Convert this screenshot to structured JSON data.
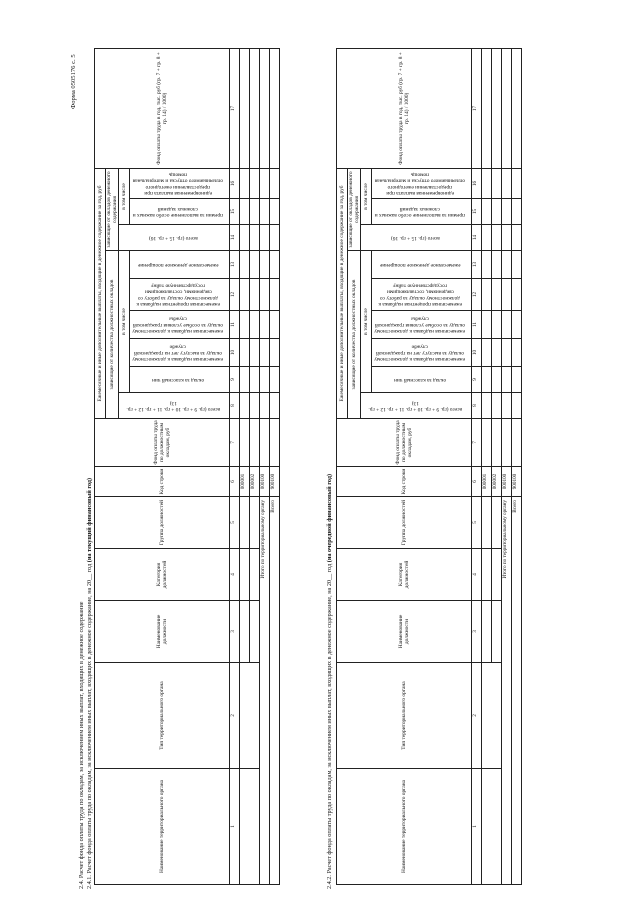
{
  "page": {
    "form_code": "Форма 0505176 с. 5",
    "heading_main": "2.4. Расчет фонда оплаты труда по окладам, за исключением иных выплат, входящих в денежное содержание",
    "section1_title": "2.4.1. Расчет фонда оплаты труда по окладам, за исключением иных выплат, входящих в денежное содержание, на 20__ год",
    "section1_period": "(на текущий финансовый год)",
    "section2_title": "2.4.2. Расчет фонда оплаты труда по окладам, за исключением иных выплат, входящих в денежное содержание, на 20__ год",
    "section2_period": "(на очередной финансовый год)"
  },
  "table": {
    "col_headers": {
      "c1": "Наименование территориального органа",
      "c2": "Тип территориального органа",
      "c3": "Наименование должности",
      "c4": "Категория должностей",
      "c5": "Группа должностей",
      "c6": "Код строки",
      "c7": "Фонд оплаты труда по должностным окладам, руб",
      "group_top": "Ежемесячные и иные дополнительные выплаты, входящие в денежное содержание за год, руб",
      "group_left": "зависящие от количества должностных окладов",
      "group_right": "зависящие от окладов денежного содержания",
      "vsego": "всего",
      "v_incl": "в том числе",
      "c8": "всего (гр. 9 + гр. 10 + гр. 11 + гр. 12 + гр. 13)",
      "c9": "оклад за классный чин",
      "c10": "ежемесячная надбавка к должностному окладу за выслугу лет на гражданской службе",
      "c11": "ежемесячная надбавка к должностному окладу за особые условия гражданской службы",
      "c12": "ежемесячная процентная надбавка к должностному окладу за работу со сведениями, составляющими государственную тайну",
      "c13": "ежемесячное денежное поощрение",
      "c14": "всего (гр. 15 + гр. 16)",
      "c15": "премии за выполнение особо важных и сложных заданий",
      "c16": "единовременная выплата при предоставлении ежегодного оплачиваемого отпуска и материальная помощь",
      "c17": "Фонд оплаты труда в год, тыс. руб (гр. 7 + гр. 8 + гр. 14) / 1000)"
    },
    "col_numbers": [
      "1",
      "2",
      "3",
      "4",
      "5",
      "6",
      "7",
      "8",
      "9",
      "10",
      "11",
      "12",
      "13",
      "14",
      "15",
      "16",
      "17"
    ],
    "codes": [
      "000001",
      "000002",
      "000100",
      "900100"
    ],
    "total_territorial": "Итого по территориальному органу",
    "total_all": "Всего"
  }
}
